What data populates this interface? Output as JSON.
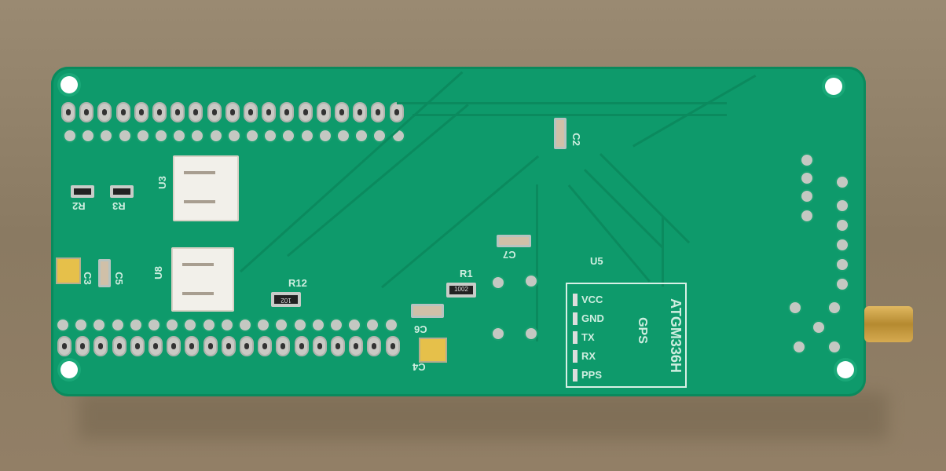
{
  "labels": {
    "u3": "U3",
    "u8": "U8",
    "r2": "R2",
    "r3": "R3",
    "c3": "C3",
    "c5": "C5",
    "r12": "R12",
    "r12_code": "102",
    "r1": "R1",
    "r1_code": "1002",
    "c7": "C7",
    "c2": "C2",
    "c6": "C6",
    "c4": "C4",
    "u5": "U5"
  },
  "gps": {
    "model": "ATGM336H",
    "name": "GPS",
    "pins": [
      "VCC",
      "GND",
      "TX",
      "RX",
      "PPS"
    ]
  },
  "colors": {
    "board": "#0e9a6b",
    "silkscreen": "#cfeee0",
    "background": "#8d7d66"
  }
}
